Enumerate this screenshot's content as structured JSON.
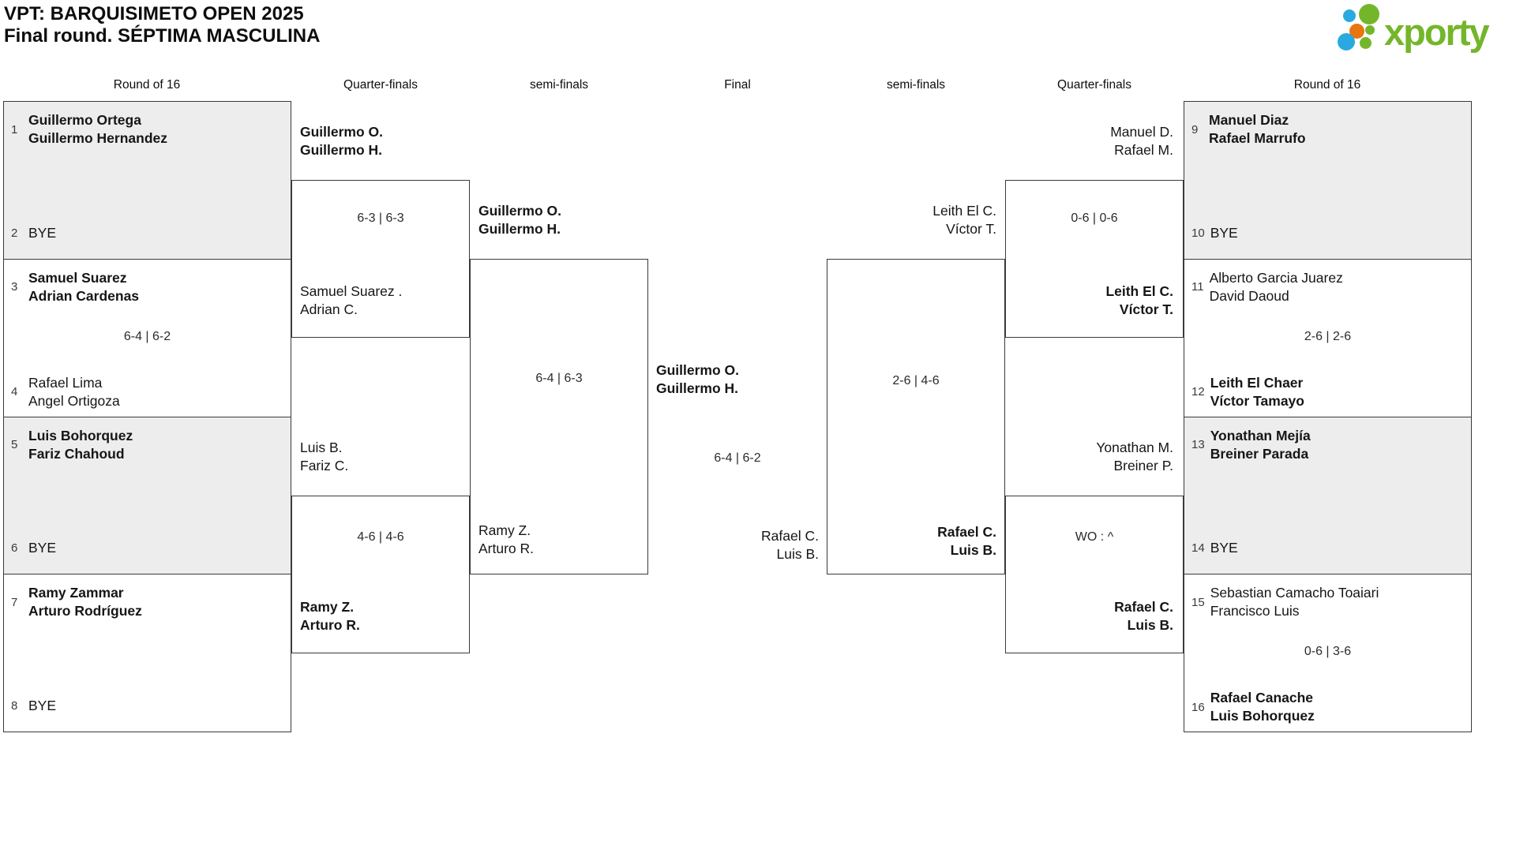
{
  "title": {
    "line1": "VPT: BARQUISIMETO OPEN 2025",
    "line2": "Final round. SÉPTIMA MASCULINA"
  },
  "logo": {
    "text": "xporty"
  },
  "headers": [
    "Round of 16",
    "Quarter-finals",
    "semi-finals",
    "Final",
    "semi-finals",
    "Quarter-finals",
    "Round of 16"
  ],
  "colors": {
    "brand_green": "#74b62a",
    "brand_blue": "#2aa9e0",
    "brand_orange": "#e87511",
    "shaded_box": "#ededed",
    "line": "#3a3a3a"
  },
  "bracket": {
    "r16_left": [
      {
        "shaded": true,
        "score": "",
        "top": {
          "seed": "1",
          "lines": [
            "Guillermo Ortega",
            "Guillermo Hernandez"
          ],
          "winner": true
        },
        "bottom": {
          "seed": "2",
          "lines": [
            "BYE"
          ],
          "winner": false
        }
      },
      {
        "shaded": false,
        "score": "6-4 | 6-2",
        "top": {
          "seed": "3",
          "lines": [
            "Samuel Suarez",
            "Adrian Cardenas"
          ],
          "winner": true
        },
        "bottom": {
          "seed": "4",
          "lines": [
            "Rafael Lima",
            "Angel Ortigoza"
          ],
          "winner": false
        }
      },
      {
        "shaded": true,
        "score": "",
        "top": {
          "seed": "5",
          "lines": [
            "Luis Bohorquez",
            "Fariz Chahoud"
          ],
          "winner": true
        },
        "bottom": {
          "seed": "6",
          "lines": [
            "BYE"
          ],
          "winner": false
        }
      },
      {
        "shaded": false,
        "score": "",
        "top": {
          "seed": "7",
          "lines": [
            "Ramy Zammar",
            "Arturo Rodríguez"
          ],
          "winner": true
        },
        "bottom": {
          "seed": "8",
          "lines": [
            "BYE"
          ],
          "winner": false
        }
      }
    ],
    "qf_left": [
      {
        "score": "6-3 | 6-3",
        "top": {
          "lines": [
            "Guillermo O.",
            "Guillermo H."
          ],
          "winner": true
        },
        "bottom": {
          "lines": [
            "Samuel Suarez .",
            "Adrian C."
          ],
          "winner": false
        }
      },
      {
        "score": "4-6 | 4-6",
        "top": {
          "lines": [
            "Luis B.",
            "Fariz C."
          ],
          "winner": false
        },
        "bottom": {
          "lines": [
            "Ramy Z.",
            "Arturo R."
          ],
          "winner": true
        }
      }
    ],
    "sf_left": {
      "score": "6-4 | 6-3",
      "top": {
        "lines": [
          "Guillermo O.",
          "Guillermo H."
        ],
        "winner": true
      },
      "bottom": {
        "lines": [
          "Ramy Z.",
          "Arturo R."
        ],
        "winner": false
      }
    },
    "final": {
      "score": "6-4 | 6-2",
      "top": {
        "lines": [
          "Guillermo O.",
          "Guillermo H."
        ],
        "winner": true
      },
      "bottom": {
        "lines": [
          "Rafael C.",
          "Luis B."
        ],
        "winner": false
      }
    },
    "sf_right": {
      "score": "2-6 | 4-6",
      "top": {
        "lines": [
          "Leith El C.",
          "Víctor T."
        ],
        "winner": false
      },
      "bottom": {
        "lines": [
          "Rafael C.",
          "Luis B."
        ],
        "winner": true
      }
    },
    "qf_right": [
      {
        "score": "0-6 | 0-6",
        "top": {
          "lines": [
            "Manuel D.",
            "Rafael M."
          ],
          "winner": false
        },
        "bottom": {
          "lines": [
            "Leith El C.",
            "Víctor T."
          ],
          "winner": true
        }
      },
      {
        "score": "WO : ^",
        "top": {
          "lines": [
            "Yonathan M.",
            "Breiner P."
          ],
          "winner": false
        },
        "bottom": {
          "lines": [
            "Rafael C.",
            "Luis B."
          ],
          "winner": true
        }
      }
    ],
    "r16_right": [
      {
        "shaded": true,
        "score": "",
        "top": {
          "seed": "9",
          "lines": [
            "Manuel Diaz",
            "Rafael Marrufo"
          ],
          "winner": true
        },
        "bottom": {
          "seed": "10",
          "lines": [
            "BYE"
          ],
          "winner": false
        }
      },
      {
        "shaded": false,
        "score": "2-6 | 2-6",
        "top": {
          "seed": "11",
          "lines": [
            "Alberto Garcia Juarez",
            "David Daoud"
          ],
          "winner": false
        },
        "bottom": {
          "seed": "12",
          "lines": [
            "Leith El Chaer",
            "Víctor Tamayo"
          ],
          "winner": true
        }
      },
      {
        "shaded": true,
        "score": "",
        "top": {
          "seed": "13",
          "lines": [
            "Yonathan Mejía",
            "Breiner Parada"
          ],
          "winner": true
        },
        "bottom": {
          "seed": "14",
          "lines": [
            "BYE"
          ],
          "winner": false
        }
      },
      {
        "shaded": false,
        "score": "0-6 | 3-6",
        "top": {
          "seed": "15",
          "lines": [
            "Sebastian Camacho Toaiari",
            "Francisco Luis"
          ],
          "winner": false
        },
        "bottom": {
          "seed": "16",
          "lines": [
            "Rafael Canache",
            "Luis Bohorquez"
          ],
          "winner": true
        }
      }
    ]
  }
}
